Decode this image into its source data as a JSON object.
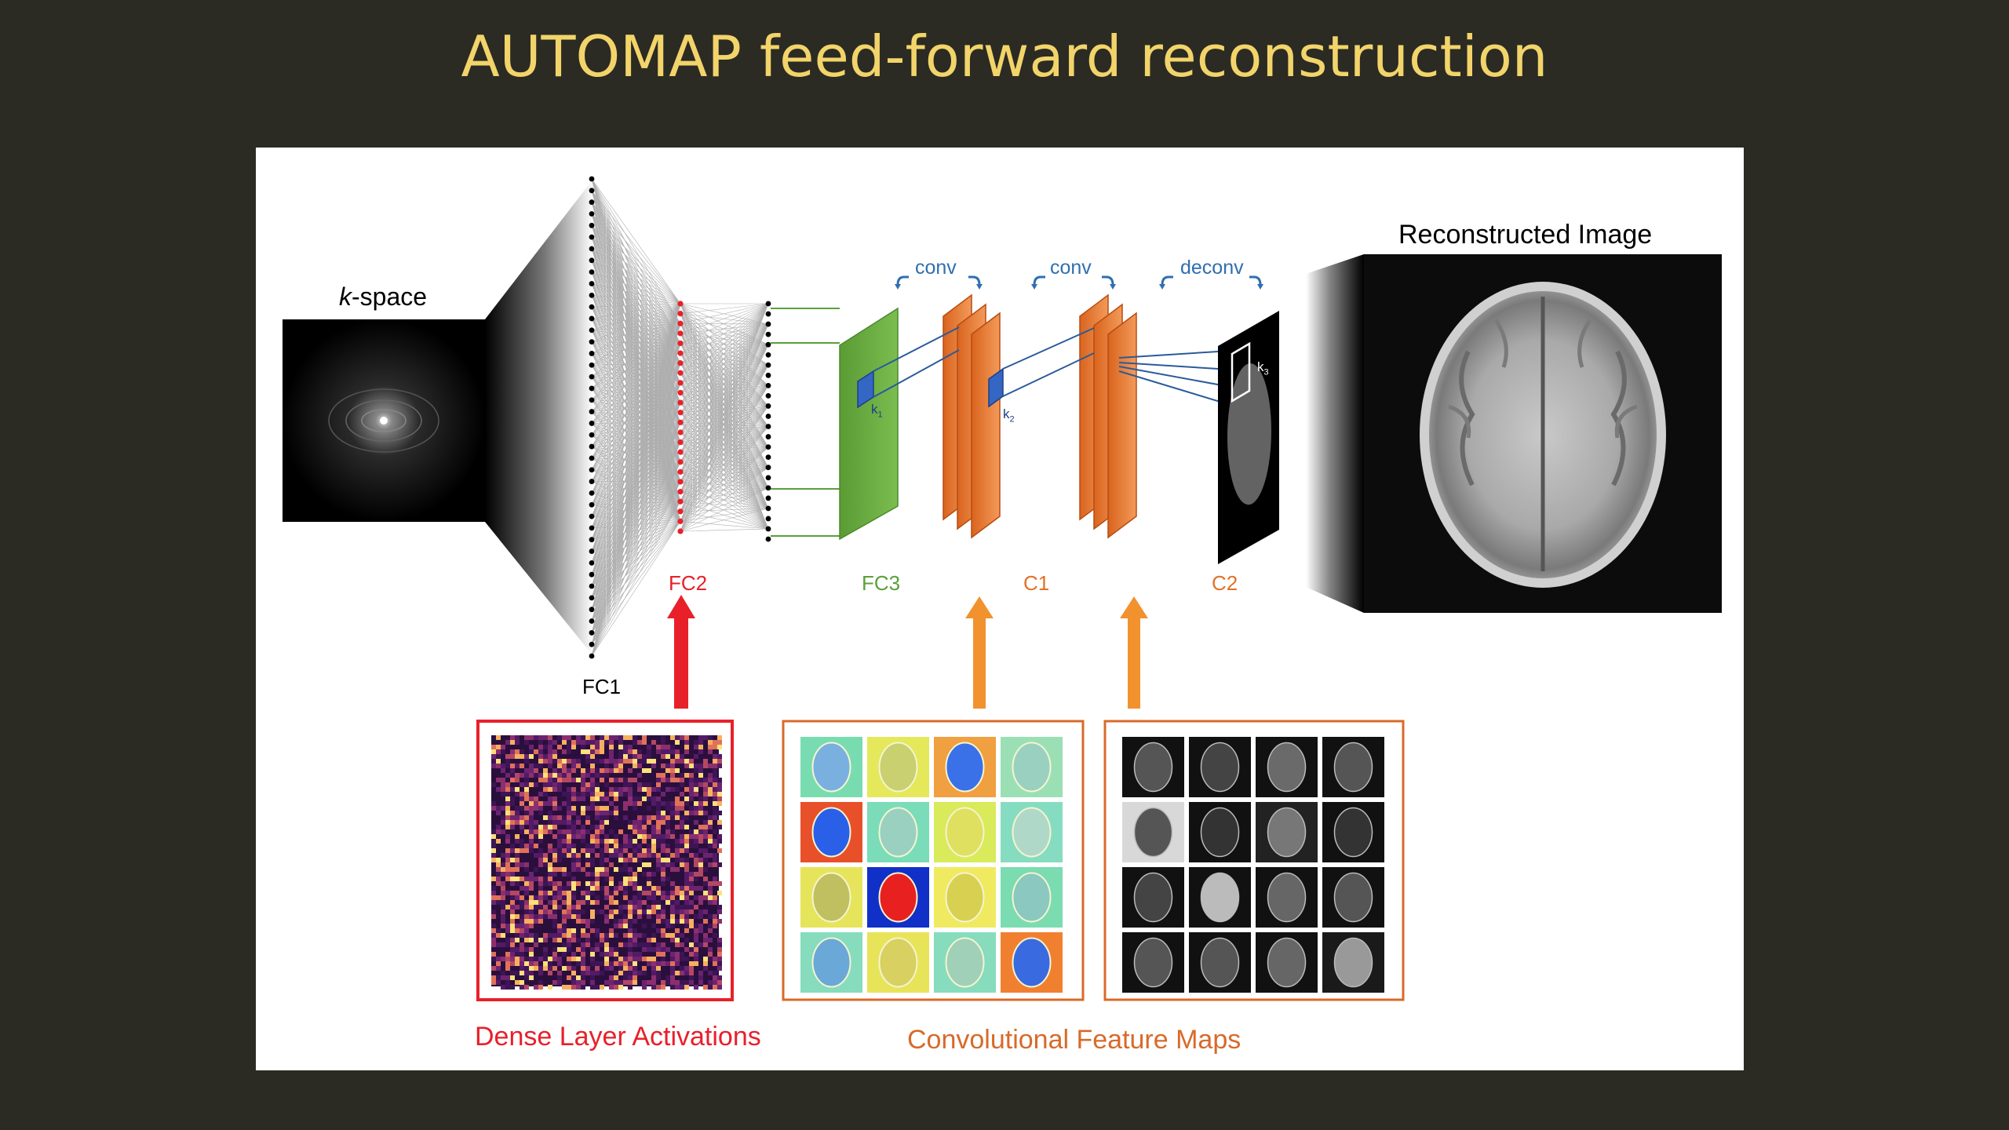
{
  "slide": {
    "title": "AUTOMAP feed-forward reconstruction"
  },
  "diagram": {
    "kspace_prefix": "k",
    "kspace_suffix": "-space",
    "reconstructed_label": "Reconstructed Image",
    "layers": {
      "fc1": "FC1",
      "fc2": "FC2",
      "fc3": "FC3",
      "c1": "C1",
      "c2": "C2"
    },
    "ops": {
      "conv1": "conv",
      "conv2": "conv",
      "deconv": "deconv"
    },
    "kernels": {
      "k1": "k",
      "k1sub": "1",
      "k2": "k",
      "k2sub": "2",
      "k3": "k",
      "k3sub": "3"
    },
    "activations_label": "Dense Layer Activations",
    "feature_maps_label": "Convolutional Feature Maps",
    "colors": {
      "title": "#f2d46a",
      "fc2": "#e8202a",
      "fc3": "#5aa03a",
      "conv": "#e2712a",
      "ops": "#2f6fb0",
      "feature_frame": "#d86a2a"
    }
  }
}
